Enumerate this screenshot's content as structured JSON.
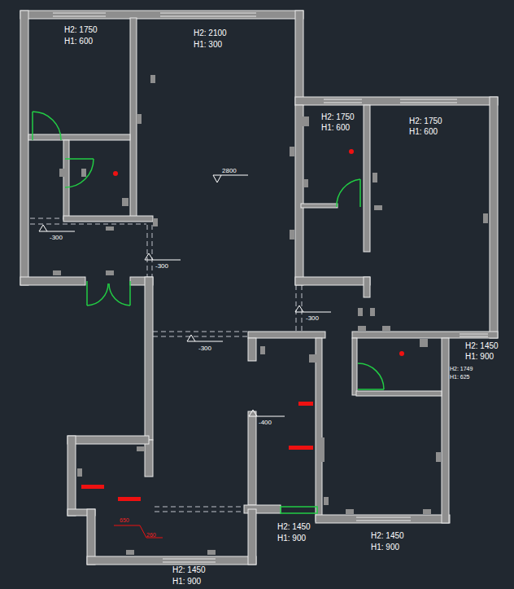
{
  "diagram": {
    "labels": [
      "H2: 1750",
      "H1: 600",
      "H2: 2100",
      "H1: 300",
      "2800",
      "-300",
      "-300",
      "H2: 1750",
      "H1: 600",
      "H2: 1750",
      "H1: 600",
      "-300",
      "-300",
      "H2: 1450",
      "H1: 900",
      "H2: 1749",
      "H1: 625",
      "-400",
      "650",
      "260",
      "H2: 1450",
      "H1: 900",
      "H2: 1450",
      "H1: 900",
      "H2: 1450",
      "H1: 900"
    ]
  }
}
